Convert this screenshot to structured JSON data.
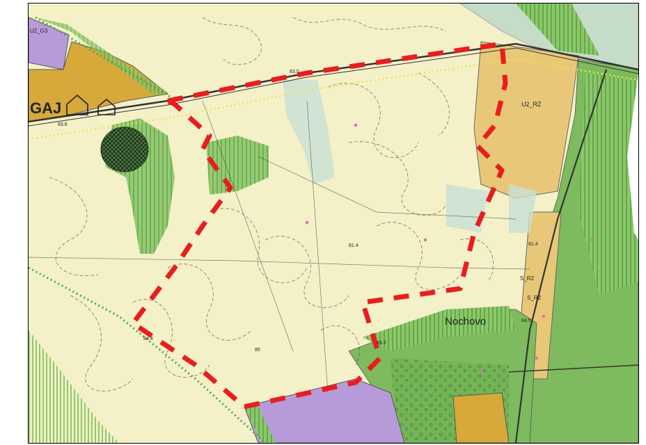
{
  "colors": {
    "background": "#f4f0c8",
    "forest": "#7dbb5e",
    "forest_dark": "#5aa046",
    "pasture": "#c5dcc8",
    "residential": "#e8c878",
    "built_up": "#d6a93a",
    "industrial": "#b79bd9",
    "boundary": "#e81e1e",
    "road": "#555555",
    "green_dotted": "#3fae3f",
    "yellow_dotted": "#f0e24a"
  },
  "labels": {
    "town": "GAJ",
    "zone_u2": "U2_RZ",
    "zone_s1": "S_RZ",
    "zone_s2": "S_RZ",
    "place": "Nochovo",
    "corner": "U2_G3",
    "elev1": "83.0",
    "elev2": "81.4",
    "elev3": "81.4",
    "elev4": "84.5",
    "elev5": "85",
    "elev6": "84.4",
    "elev7": "83.2",
    "elev8": "83.6"
  }
}
